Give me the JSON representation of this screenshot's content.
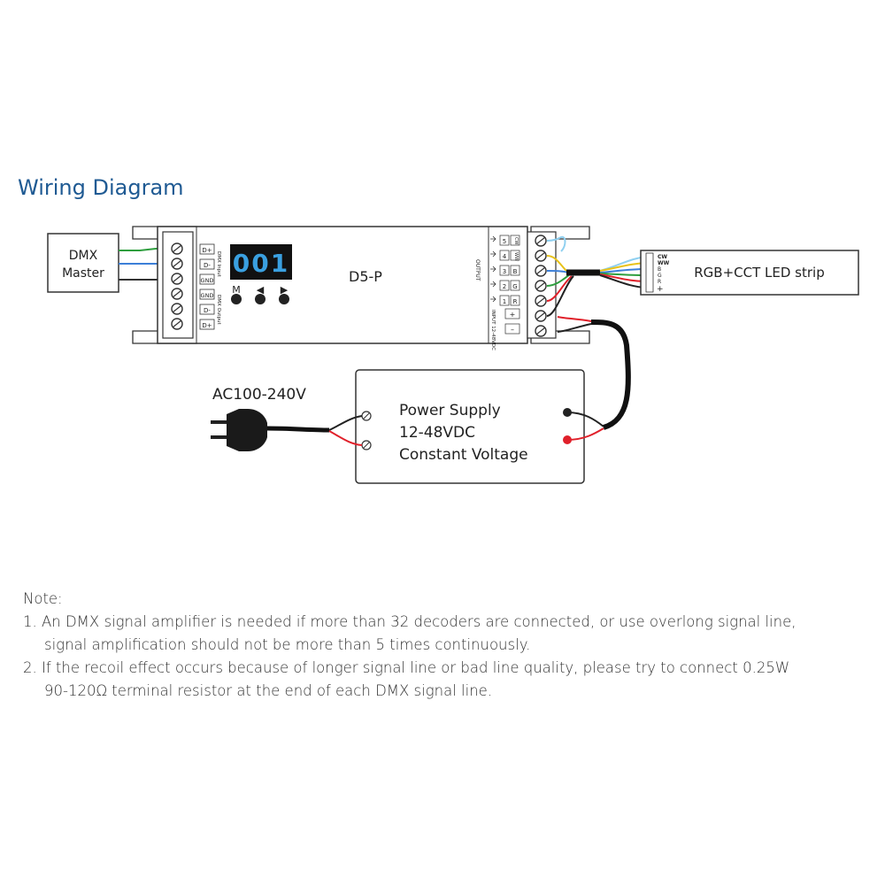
{
  "title": "Wiring Diagram",
  "dmx_master": {
    "line1": "DMX",
    "line2": "Master"
  },
  "device": {
    "model": "D5-P",
    "display_value": "001",
    "buttons": [
      "M",
      "◀",
      "▶"
    ],
    "dmx_in_terminals": [
      "D+",
      "D-",
      "GND"
    ],
    "dmx_out_terminals": [
      "GND",
      "D-",
      "D+"
    ],
    "dmx_in_label": "DMX Input",
    "dmx_out_label": "DMX Output",
    "output_label": "OUTPUT",
    "output_terminals": [
      "5",
      "4",
      "3",
      "2",
      "1",
      "+"
    ],
    "output_terminal_marks": [
      "CW",
      "WW",
      "B",
      "G",
      "R",
      "+"
    ],
    "input_label": "INPUT 12-48VDC",
    "input_terminals": [
      "+",
      "–"
    ]
  },
  "led_strip": {
    "label": "RGB+CCT LED strip",
    "pins": [
      "CW",
      "WW",
      "B",
      "G",
      "R",
      "+"
    ]
  },
  "power_supply": {
    "ac_label": "AC100-240V",
    "line1": "Power Supply",
    "line2": "12-48VDC",
    "line3": "Constant Voltage"
  },
  "notes": {
    "title": "Note:",
    "items": [
      {
        "line1": "1. An DMX signal amplifier is needed if more than 32 decoders are connected, or use overlong signal line,",
        "line2": "signal amplification should not be more than 5 times continuously."
      },
      {
        "line1": "2. If the recoil effect occurs because of longer signal line or bad line quality, please try to connect 0.25W",
        "line2": "90-120Ω terminal resistor at the end of each DMX signal line."
      }
    ]
  },
  "colors": {
    "title": "#1f5a93",
    "display_bg": "#111111",
    "display_digits": "#3aa0e0",
    "wire_red": "#e0202a",
    "wire_green": "#2e9e3e",
    "wire_blue": "#3c7fd8",
    "wire_yellow": "#e8c21a",
    "wire_cyan": "#8fd0f0"
  }
}
